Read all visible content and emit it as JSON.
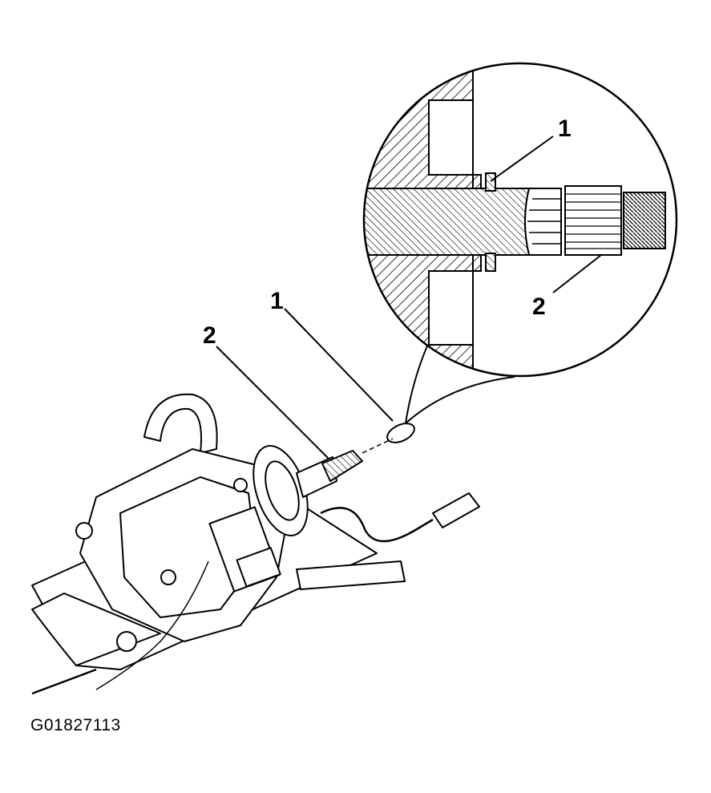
{
  "figure": {
    "id_label": "G01827113"
  },
  "callouts": {
    "main_1": "1",
    "main_2": "2",
    "detail_1": "1",
    "detail_2": "2"
  },
  "colors": {
    "ink": "#000000",
    "paper": "#ffffff"
  }
}
